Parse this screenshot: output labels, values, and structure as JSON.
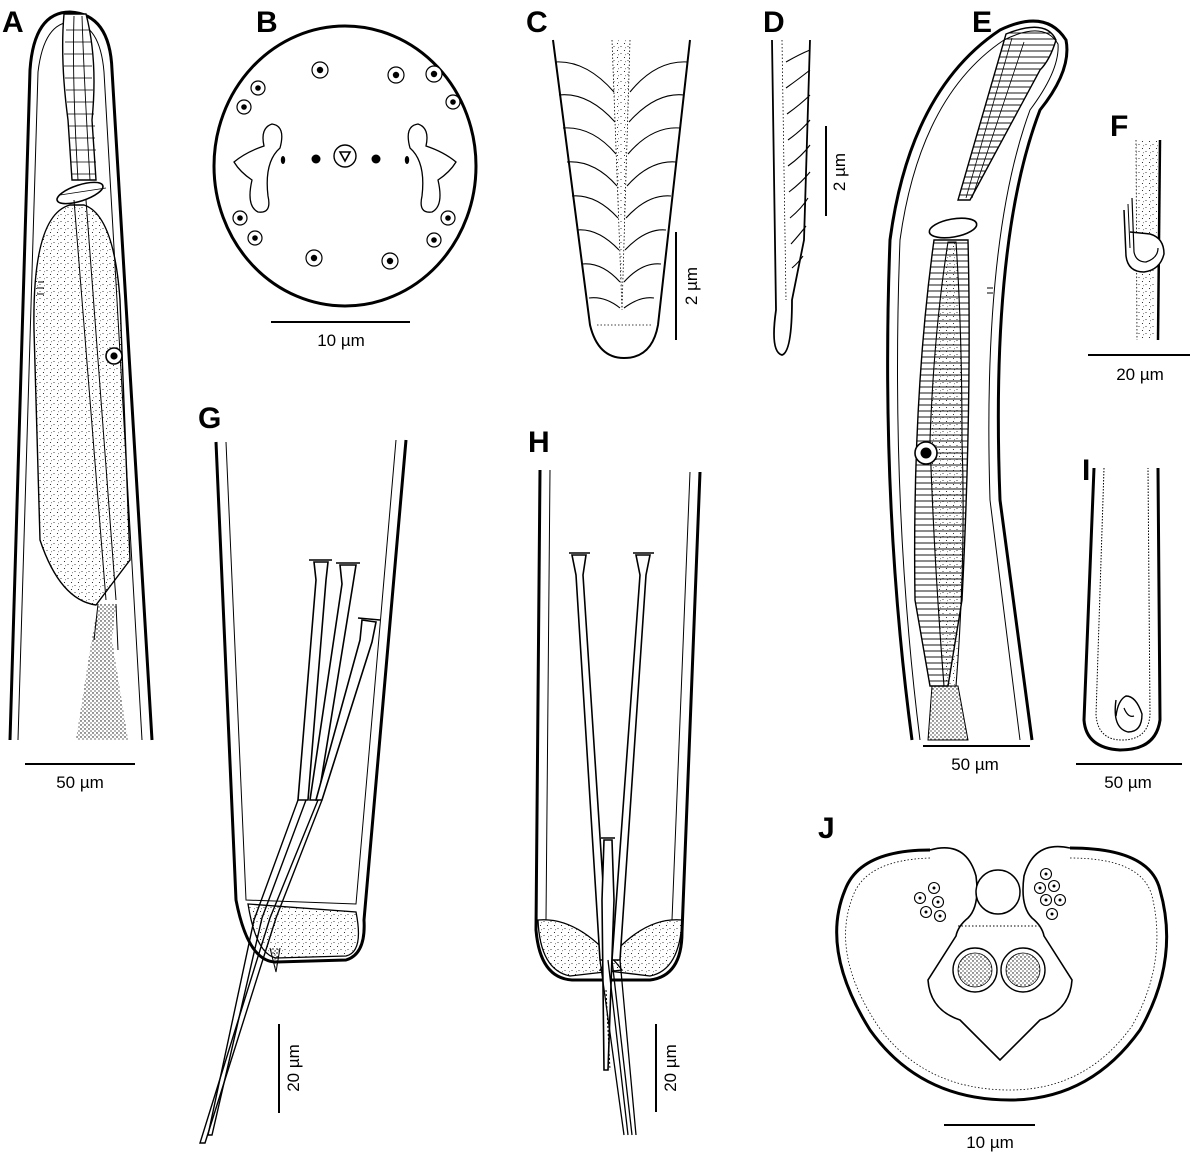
{
  "figure": {
    "panels": [
      {
        "label": "A",
        "scale": "50 µm"
      },
      {
        "label": "B",
        "scale": "10 µm"
      },
      {
        "label": "C",
        "scale": "2 µm"
      },
      {
        "label": "D",
        "scale": "2 µm"
      },
      {
        "label": "E",
        "scale": "50 µm"
      },
      {
        "label": "F",
        "scale": "20 µm"
      },
      {
        "label": "G",
        "scale": "20 µm"
      },
      {
        "label": "H",
        "scale": "20 µm"
      },
      {
        "label": "I",
        "scale": "50 µm"
      },
      {
        "label": "J",
        "scale": "10 µm"
      }
    ]
  },
  "colors": {
    "ink": "#000000",
    "paper": "#ffffff"
  }
}
